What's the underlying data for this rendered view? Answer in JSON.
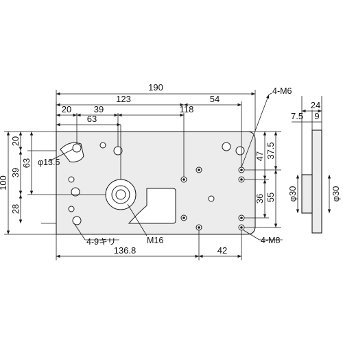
{
  "dimensions": {
    "overall_width": "190",
    "hole_to_m6": "123",
    "m6_to_edge": "54",
    "left_20": "20",
    "left_39": "39",
    "left_63": "63",
    "to_118": "118",
    "height_100": "100",
    "v_20": "20",
    "v_39": "39",
    "v_63": "63",
    "v_28": "28",
    "dist_136_8": "136.8",
    "dist_42": "42",
    "right_47": "47",
    "right_37_5": "37.5",
    "right_36": "36",
    "right_55": "55",
    "side_24": "24",
    "side_7_5": "7.5",
    "side_9": "9",
    "side_dia_left": "φ30",
    "side_dia_right": "φ30"
  },
  "callouts": {
    "m6": "4-M6",
    "m8": "4-M8",
    "m16": "M16",
    "drill": "4-9キリ",
    "dia_13_5": "φ13.5"
  }
}
